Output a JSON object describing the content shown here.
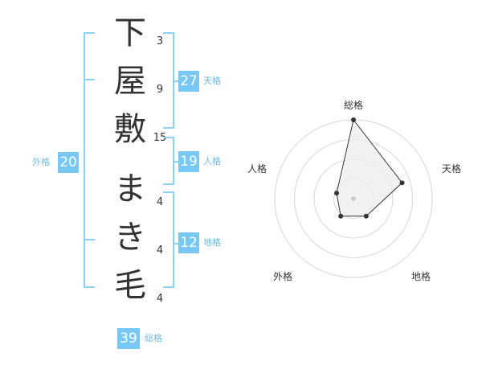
{
  "name": {
    "characters": [
      "下",
      "屋",
      "敷",
      "ま",
      "き",
      "毛"
    ],
    "strokes": [
      "3",
      "9",
      "15",
      "4",
      "4",
      "4"
    ]
  },
  "fortune": {
    "tenkaku": {
      "value": "27",
      "label": "天格"
    },
    "jinkaku": {
      "value": "19",
      "label": "人格"
    },
    "chikaku": {
      "value": "12",
      "label": "地格"
    },
    "gaikaku": {
      "value": "20",
      "label": "外格"
    },
    "soukaku": {
      "value": "39",
      "label": "総格"
    }
  },
  "radar": {
    "axes": [
      "総格",
      "天格",
      "地格",
      "外格",
      "人格"
    ],
    "values": [
      4.0,
      2.6,
      1.1,
      1.1,
      0.9
    ],
    "max": 4,
    "line_color": "#333333",
    "fill_color": "#eeeeee"
  }
}
